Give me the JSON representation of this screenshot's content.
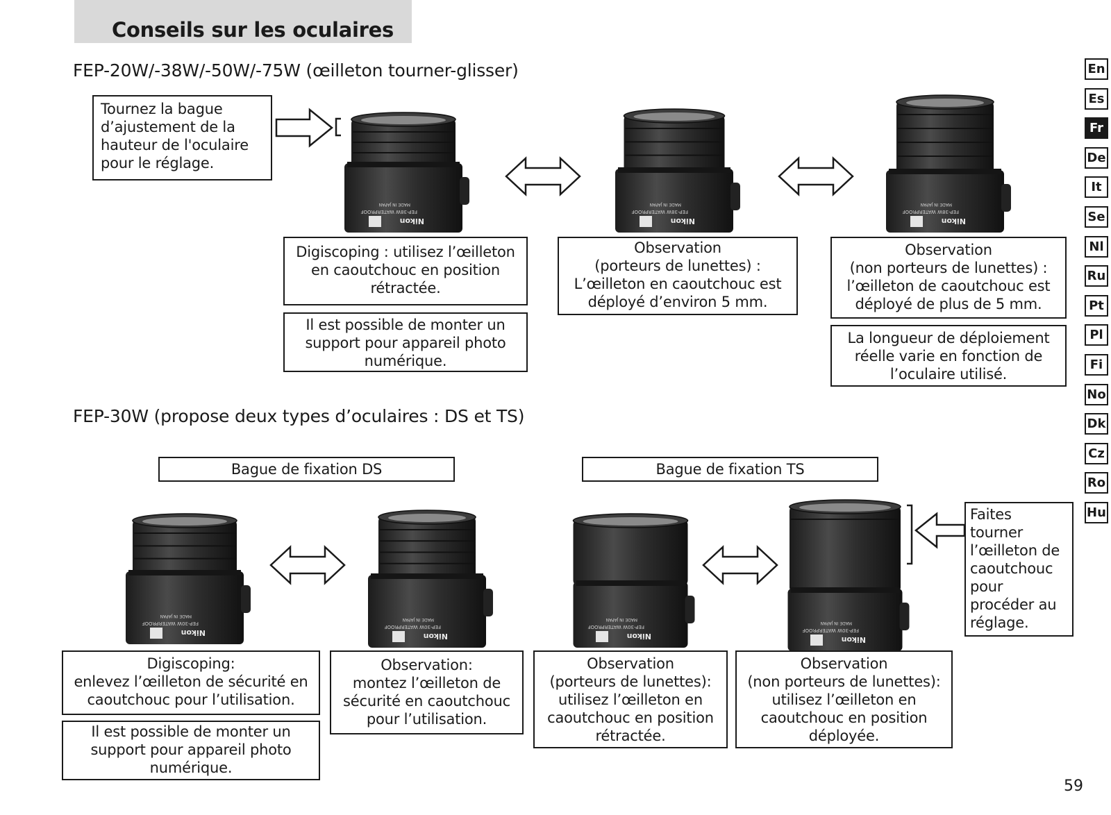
{
  "title": "Conseils sur les oculaires",
  "section1": {
    "heading": "FEP-20W/-38W/-50W/-75W (œilleton tourner-glisser)",
    "instruction": "Tournez la bague\nd’ajustement de la\nhauteur de l'oculaire\npour le réglage.",
    "captions": [
      "Digiscoping : utilisez l’œilleton\nen caoutchouc en position\nrétractée.",
      "Observation\n(porteurs de lunettes) :\nL’œilleton en caoutchouc est\ndéployé d’environ 5 mm.",
      "Observation\n(non porteurs de lunettes) :\nl’œilleton de caoutchouc est\ndéployé de plus de 5 mm."
    ],
    "notes": [
      "Il est possible de monter un\nsupport pour appareil photo\nnumérique.",
      "La longueur de déploiement\nréelle varie en fonction de\nl’oculaire utilisé."
    ]
  },
  "section2": {
    "heading": "FEP-30W (propose deux types d’oculaires : DS et TS)",
    "ring_ds": "Bague de fixation DS",
    "ring_ts": "Bague de fixation TS",
    "instruction": "Faites\ntourner\nl’œilleton de\ncaoutchouc\npour\nprocéder au\nréglage.",
    "captions": [
      "Digiscoping:\nenlevez l’œilleton de sécurité en\ncaoutchouc pour l’utilisation.",
      "Observation:\nmontez l’œilleton de\nsécurité en caoutchouc\npour l’utilisation.",
      "Observation\n(porteurs de lunettes):\nutilisez l’œilleton en\ncaoutchouc en position\nrétractée.",
      "Observation\n(non porteurs de lunettes):\nutilisez l’œilleton en\ncaoutchouc en position\ndéployée."
    ],
    "note": "Il est possible de monter un\nsupport pour appareil photo\nnumérique."
  },
  "eyepiece_labels": {
    "brand": "Nikon",
    "model_38": "FEP-38W",
    "model_30": "FEP-30W",
    "waterproof": "WATERPROOF",
    "made_in": "MADE IN JAPAN"
  },
  "languages": [
    "En",
    "Es",
    "Fr",
    "De",
    "It",
    "Se",
    "Nl",
    "Ru",
    "Pt",
    "Pl",
    "Fi",
    "No",
    "Dk",
    "Cz",
    "Ro",
    "Hu"
  ],
  "active_language": "Fr",
  "page_number": "59"
}
